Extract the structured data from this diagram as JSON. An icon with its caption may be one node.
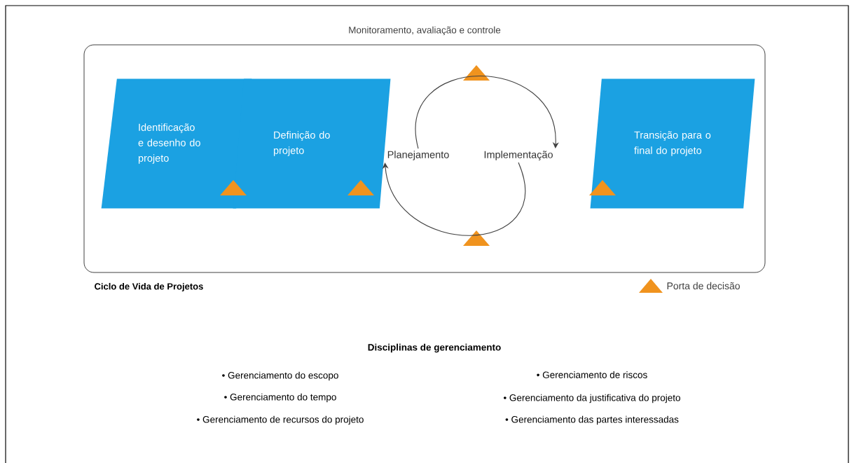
{
  "diagram": {
    "title": "Ciclo de Vida de Projetos",
    "nodes": [
      {
        "text": [
          "Monitoramento, avaliação e controle"
        ]
      },
      {
        "text": [
          "Identificação e desenho do projeto"
        ],
        "in": 0
      },
      {
        "text": [
          "Definição do projeto"
        ],
        "in": 0
      },
      {
        "text": [
          "Planejamento"
        ],
        "in": 0
      },
      {
        "text": [
          "Implementação"
        ],
        "in": 0
      },
      {
        "text": [
          "Transição para o final do projeto"
        ],
        "in": 0
      }
    ],
    "edges": [
      {
        "from": 3,
        "to": 4,
        "arrow": "to"
      },
      {
        "from": 4,
        "to": 3,
        "arrow": "to"
      }
    ],
    "labels": [
      "Disciplinas de gerenciamento",
      "• Gerenciamento do escopo",
      "• Gerenciamento de riscos",
      "• Gerenciamento do tempo",
      "• Gerenciamento da justificativa do projeto",
      "• Gerenciamento de recursos do projeto",
      "• Gerenciamento das partes interessadas"
    ],
    "legend": [
      {
        "text": "Porta de decisão"
      }
    ]
  }
}
